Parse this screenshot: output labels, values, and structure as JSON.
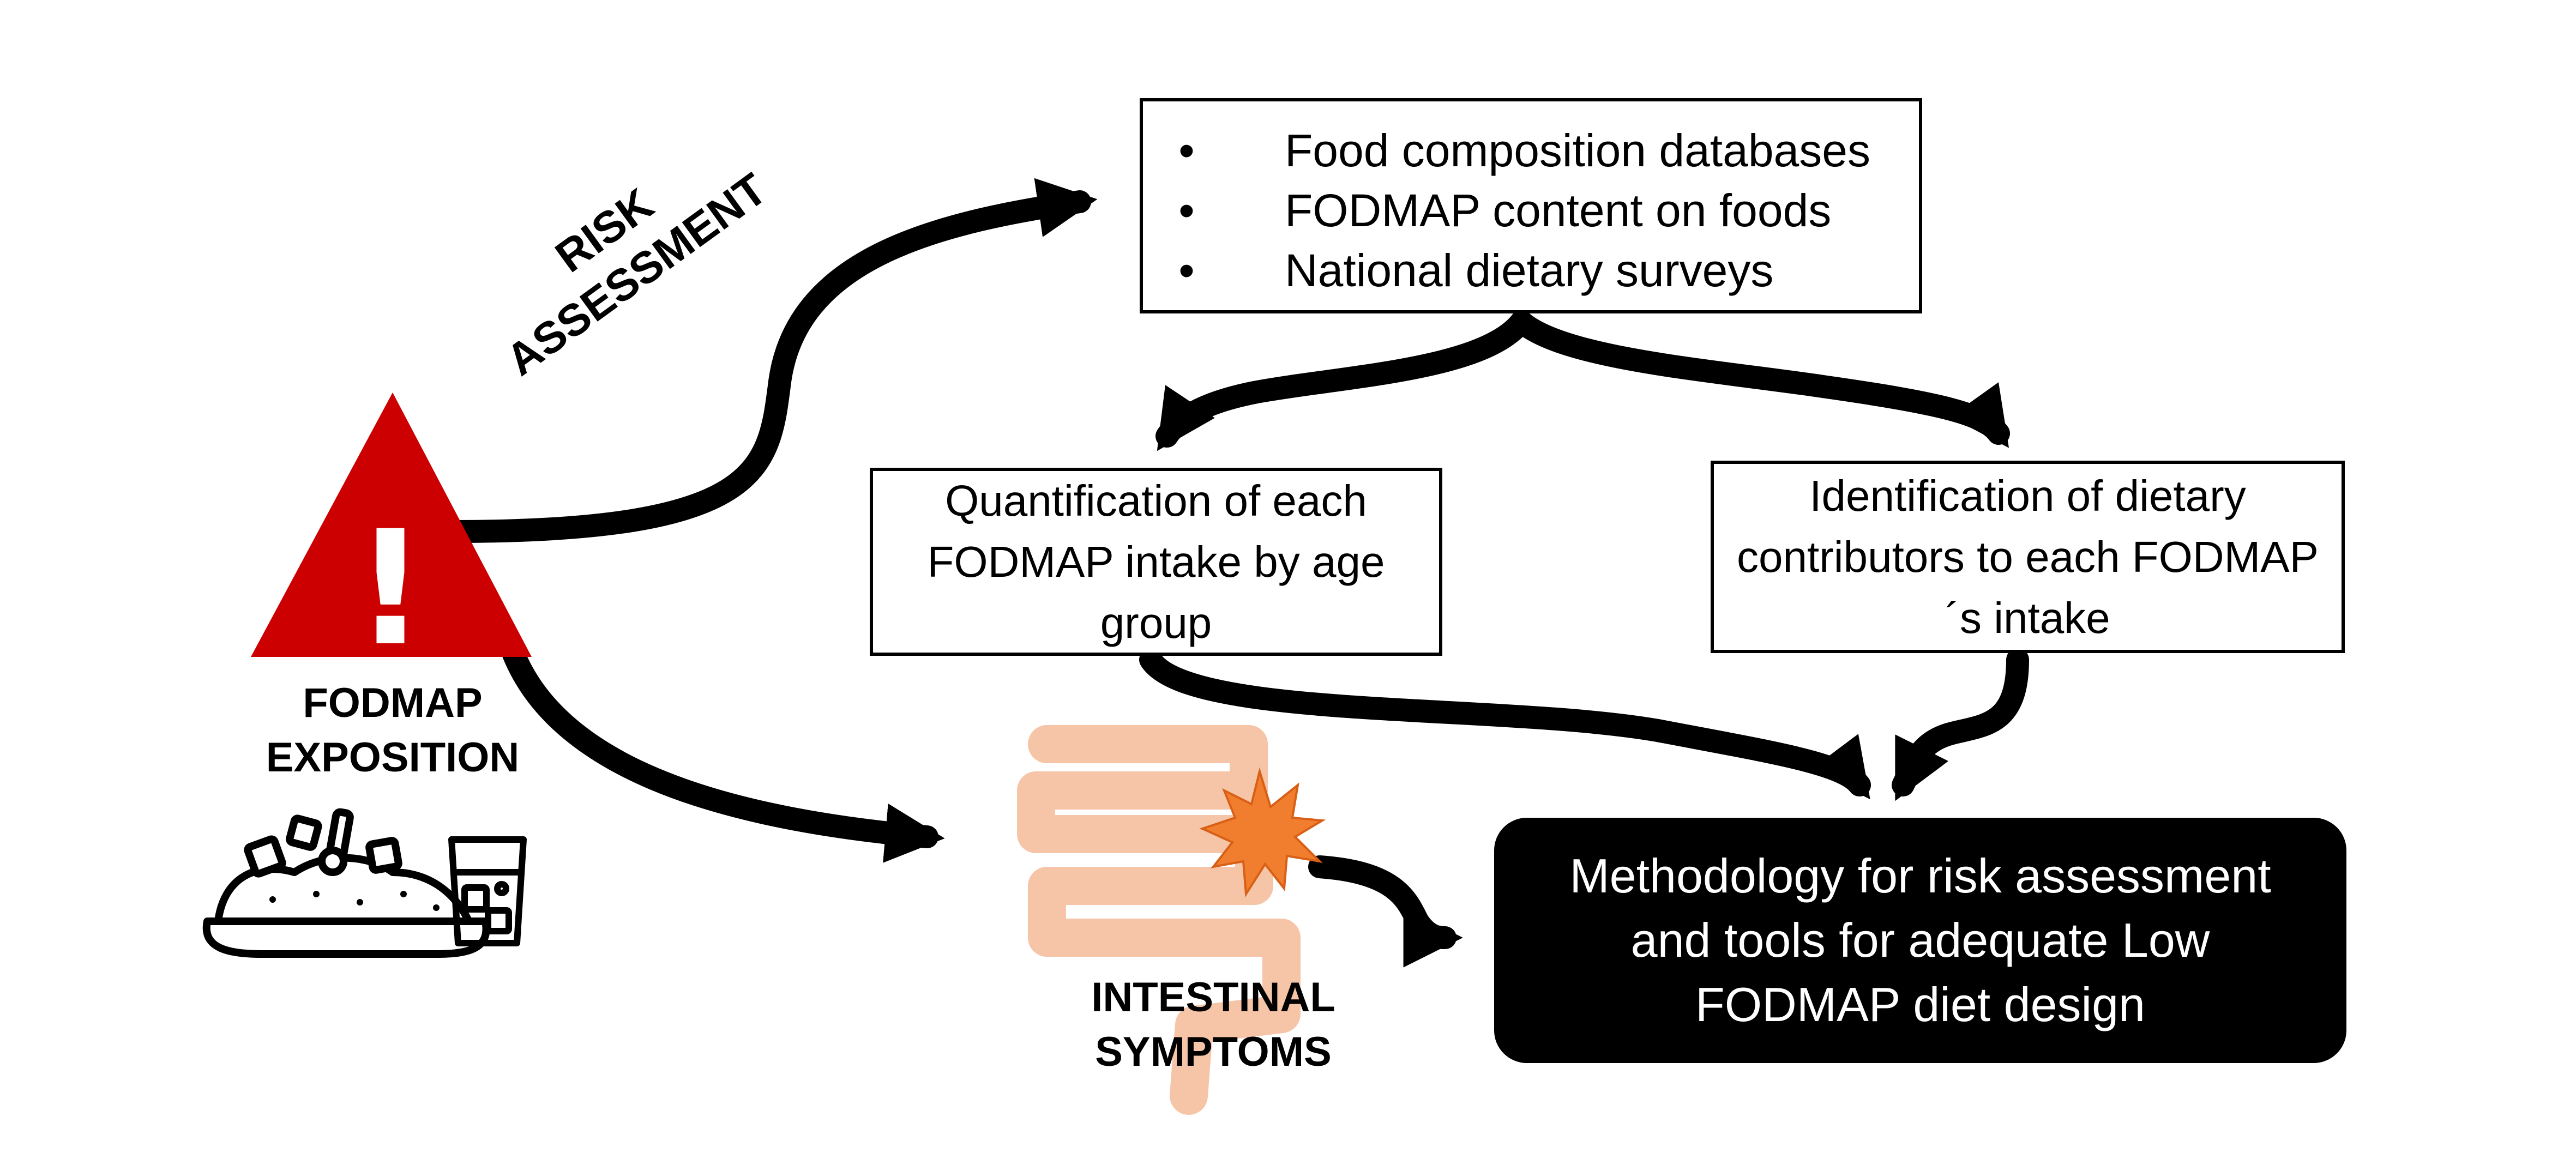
{
  "diagram": {
    "sources": {
      "bullet": "•",
      "items": [
        "Food composition databases",
        "FODMAP content on foods",
        "National dietary surveys"
      ]
    },
    "quantification": "Quantification of each FODMAP intake by age group",
    "identification": "Identification of dietary contributors to each FODMAP´s intake",
    "methodology": "Methodology for risk assessment and tools for adequate Low FODMAP diet design",
    "risk_assessment_label": "RISK ASSESSMENT",
    "fodmap_exposition_label": "FODMAP EXPOSITION",
    "intestinal_symptoms_label": "INTESTINAL SYMPTOMS",
    "warning_mark": "!"
  },
  "colors": {
    "warning_triangle": "#cc0000",
    "intestine": "#f6c4a6",
    "burst": "#f07e2e",
    "arrow": "#000000",
    "method_box_bg": "#000000",
    "method_box_text": "#ffffff"
  },
  "icons": [
    "warning-triangle-icon",
    "food-plate-icon",
    "water-glass-icon",
    "intestine-icon",
    "pain-burst-icon"
  ]
}
